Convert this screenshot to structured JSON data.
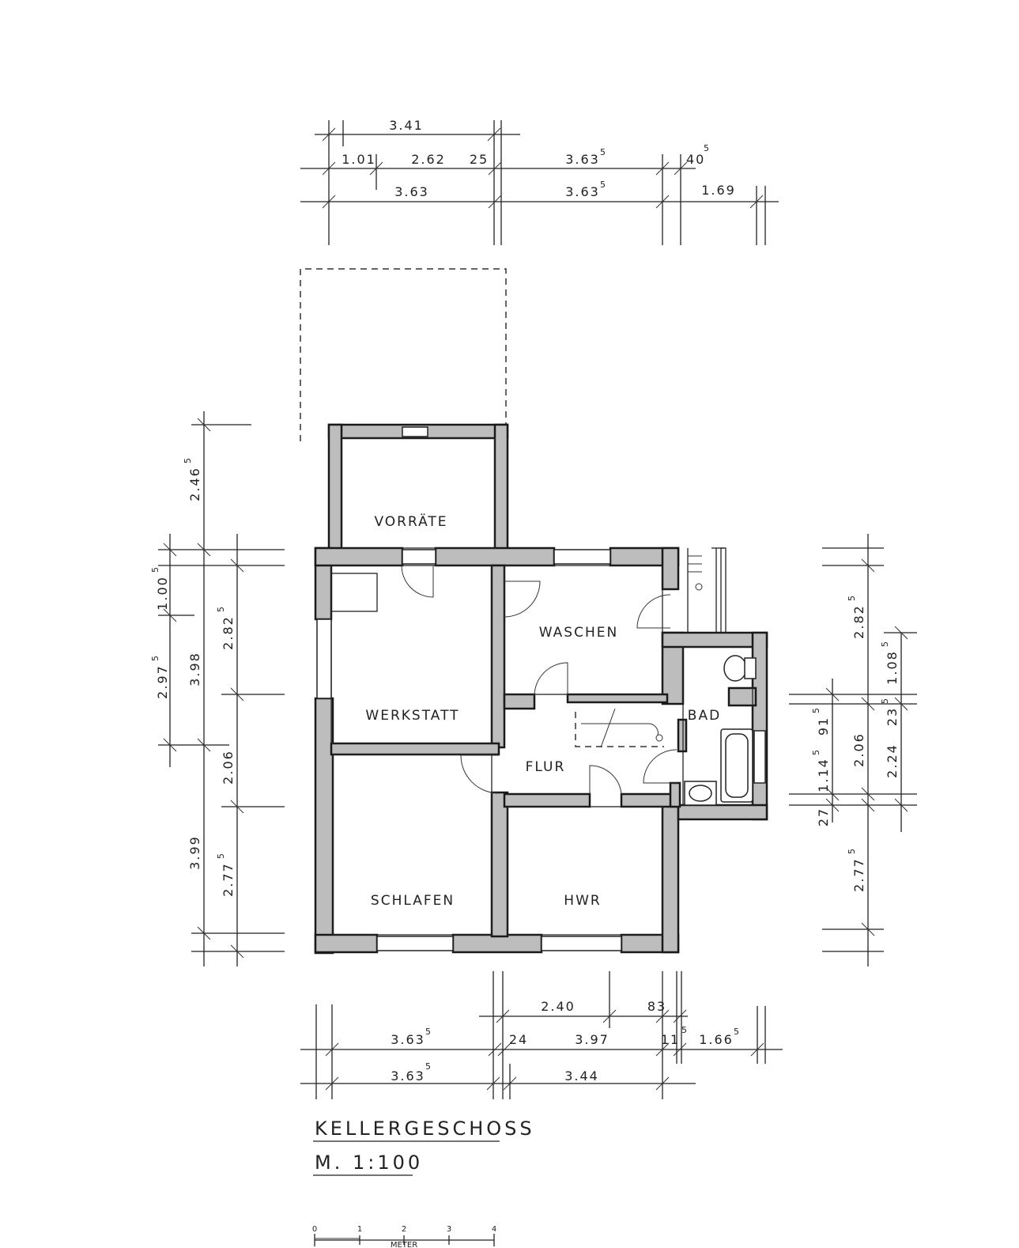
{
  "title": "KELLERGESCHOSS",
  "scale": "M. 1:100",
  "scale_bar": {
    "ticks": [
      "0",
      "1",
      "2",
      "3",
      "4"
    ],
    "unit": "METER"
  },
  "rooms": {
    "vorraete": "VORRÄTE",
    "waschen": "WASCHEN",
    "werkstatt": "WERKSTATT",
    "bad": "BAD",
    "flur": "FLUR",
    "schlafen": "SCHLAFEN",
    "hwr": "HWR"
  },
  "dims_top": {
    "r1": "3.41",
    "r2": {
      "a": "1.01",
      "b": "2.62",
      "c": "25",
      "d": "3.63",
      "d_sup": "5",
      "e": "40",
      "e_sup": "5"
    },
    "r3": {
      "a": "3.63",
      "b": "3.63",
      "b_sup": "5",
      "c": "1.69"
    }
  },
  "dims_bottom": {
    "r1": {
      "a": "2.40",
      "b": "83"
    },
    "r2": {
      "a": "3.63",
      "a_sup": "5",
      "b": "24",
      "c": "3.97",
      "d": "11",
      "d_sup": "5",
      "e": "1.66",
      "e_sup": "5"
    },
    "r3": {
      "a": "3.63",
      "a_sup": "5",
      "b": "3.44"
    }
  },
  "dims_left": {
    "c1": {
      "a": "2.97",
      "a_sup": "5"
    },
    "c2": {
      "a": "1.00",
      "a_sup": "5"
    },
    "c3": {
      "a": "2.46",
      "a_sup": "5",
      "b": "3.98",
      "c": "3.99"
    },
    "c4": {
      "a": "2.82",
      "a_sup": "5",
      "b": "2.06",
      "c": "2.77",
      "c_sup": "5"
    }
  },
  "dims_right": {
    "c1": {
      "a": "91",
      "a_sup": "5",
      "b": "1.14",
      "b_sup": "5",
      "c": "27"
    },
    "c2": {
      "a": "2.82",
      "a_sup": "5",
      "b": "2.06",
      "c": "2.77",
      "c_sup": "5"
    },
    "c3": {
      "a": "1.08",
      "a_sup": "5",
      "b": "23",
      "b_sup": "5",
      "c": "2.24"
    }
  }
}
